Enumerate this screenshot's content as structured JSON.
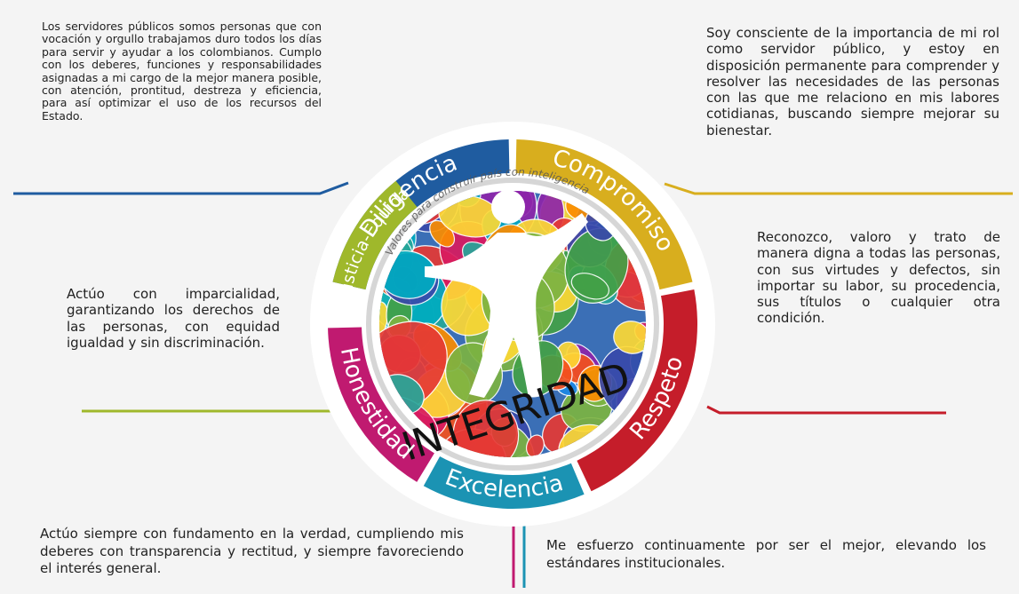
{
  "colors": {
    "diligencia": "#1f5ca0",
    "compromiso": "#d8ae1e",
    "respeto": "#c51d2a",
    "excelencia": "#1b93b3",
    "honestidad": "#c01a70",
    "justicia": "#9fb82b"
  },
  "ring": {
    "segments": [
      {
        "id": "diligencia",
        "label": "Diligencia"
      },
      {
        "id": "compromiso",
        "label": "Compromiso"
      },
      {
        "id": "respeto",
        "label": "Respeto"
      },
      {
        "id": "excelencia",
        "label": "Excelencia"
      },
      {
        "id": "honestidad",
        "label": "Honestidad"
      },
      {
        "id": "justicia",
        "label": "Justicia-Equidad"
      }
    ],
    "arc_text": "Valores para construir país con inteligencia",
    "center_word": "INTEGRIDAD"
  },
  "descriptions": {
    "diligencia": "Los servidores públicos somos personas que con vocación y orgullo trabajamos duro todos los días para servir y ayudar a los colombianos. Cumplo con los deberes, funciones y responsabilidades asignadas a mi cargo de la mejor manera posible, con atención, prontitud, destreza y eficiencia, para así optimizar el uso de los recursos del Estado.",
    "compromiso": "Soy consciente de la importancia de mi rol como servidor público, y estoy en disposición permanente para comprender y resolver las necesidades de las personas con las que me relaciono en mis labores cotidianas, buscando siempre mejorar su bienestar.",
    "respeto": "Reconozco, valoro y trato de manera digna a todas las personas, con sus virtudes y defectos, sin importar su labor, su procedencia, sus títulos o cualquier otra condición.",
    "justicia": "Actúo con imparcialidad, garantizando los derechos de las personas, con equidad igualdad y sin discriminación.",
    "honestidad": "Actúo siempre con fundamento en la verdad, cumpliendo mis deberes con transparencia y rectitud, y siempre favoreciendo el interés general.",
    "excelencia": "Me esfuerzo continuamente por ser el mejor, elevando los estándares institucionales."
  }
}
